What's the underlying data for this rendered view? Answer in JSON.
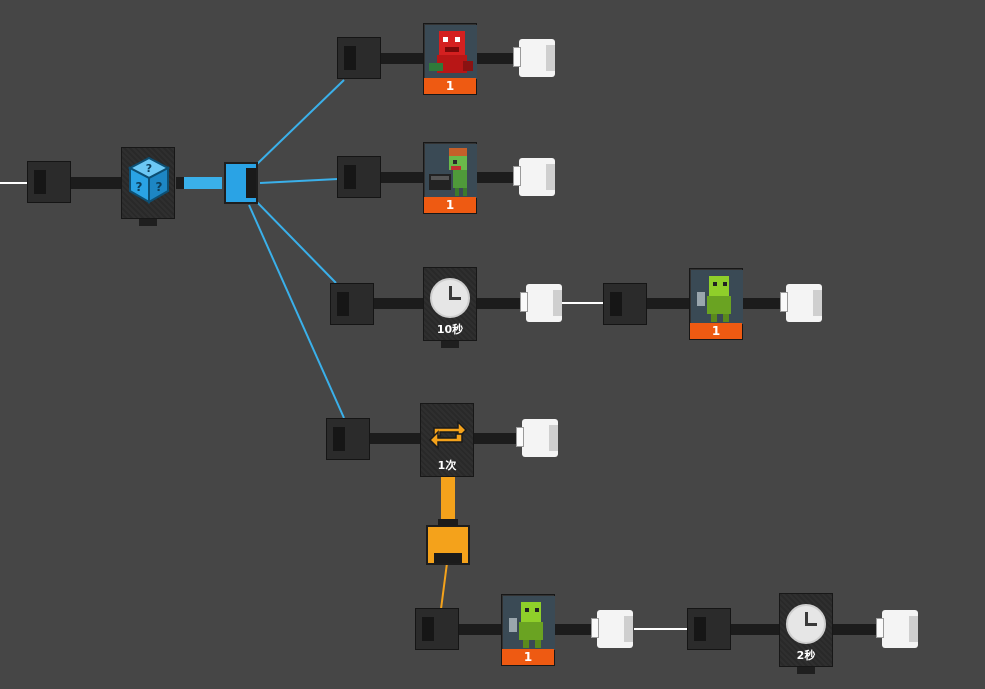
{
  "canvas": {
    "background": "#464646"
  },
  "colors": {
    "wire_blue": "#3ab0ea",
    "wire_orange": "#f4a21b",
    "wire_dark": "#1c1c1c",
    "wire_white": "#ffffff",
    "count_badge": "#ee5a12",
    "dice_blue": "#2aa3e5"
  },
  "nodes": {
    "random_dice": {
      "icon": "dice-question-icon"
    },
    "spawn_1": {
      "icon": "red-monster-icon",
      "count": "1"
    },
    "spawn_2": {
      "icon": "zombie-chest-icon",
      "count": "1"
    },
    "wait_1": {
      "icon": "clock-icon",
      "label": "10秒"
    },
    "spawn_3": {
      "icon": "green-goblin-icon",
      "count": "1"
    },
    "loop": {
      "icon": "repeat-arrows-icon",
      "label": "1次"
    },
    "spawn_4": {
      "icon": "green-goblin-icon",
      "count": "1"
    },
    "wait_2": {
      "icon": "clock-icon",
      "label": "2秒"
    }
  }
}
